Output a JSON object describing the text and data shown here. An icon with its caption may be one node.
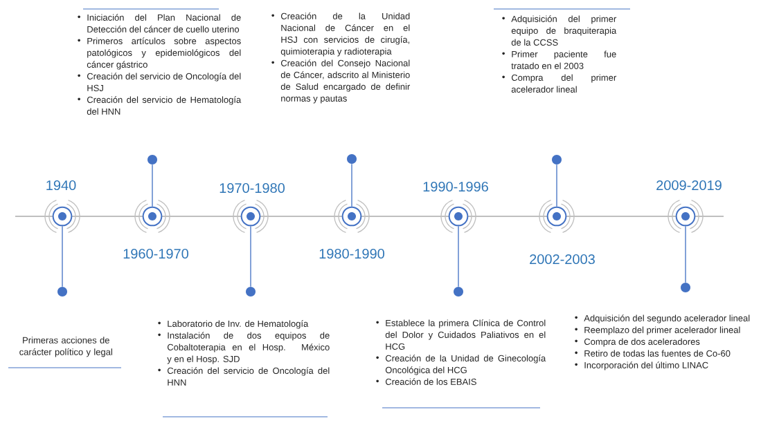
{
  "diagram": {
    "nodes": [
      {
        "text": [],
        "shape": "circle",
        "beside": [
          "1940"
        ]
      },
      {
        "text": [],
        "shape": "circle"
      },
      {
        "text": [
          "Primeras acciones de carácter político y legal"
        ]
      },
      {
        "text": [],
        "shape": "circle",
        "beside": [
          "1960-1970"
        ]
      },
      {
        "text": [],
        "shape": "circle"
      },
      {
        "text": [
          "Iniciación del Plan Nacional de Detección del cáncer de cuello uterino",
          "Primeros artículos sobre aspectos patológicos y epidemiológicos del cáncer gástrico",
          "Creación del servicio de Oncología del HSJ",
          "Creación del servicio de Hematología del HNN"
        ]
      },
      {
        "text": [],
        "shape": "circle",
        "beside": [
          "1970-1980"
        ]
      },
      {
        "text": [],
        "shape": "circle"
      },
      {
        "text": [
          "Laboratorio de Inv. de Hematología",
          "Instalación de dos equipos de Cobaltoterapia en el Hosp. México y en el Hosp. SJD",
          "Creación del servicio de Oncología del HNN"
        ]
      },
      {
        "text": [],
        "shape": "circle",
        "beside": [
          "1980-1990"
        ]
      },
      {
        "text": [],
        "shape": "circle"
      },
      {
        "text": [
          "Creación de la Unidad Nacional de Cáncer en el HSJ con servicios de cirugía, quimioterapia y radioterapia",
          "Creación del Consejo Nacional de Cáncer, adscrito al Ministerio de Salud encargado de definir normas y pautas"
        ]
      },
      {
        "text": [],
        "shape": "circle",
        "beside": [
          "1990-1996"
        ]
      },
      {
        "text": [],
        "shape": "circle"
      },
      {
        "text": [
          "Establece la primera Clínica de Control del Dolor y Cuidados Paliativos en el HCG",
          "Creación de la Unidad de Ginecología Oncológica del HCG",
          "Creación de los EBAIS"
        ]
      },
      {
        "text": [],
        "shape": "circle",
        "beside": [
          "2002-2003"
        ]
      },
      {
        "text": [],
        "shape": "circle"
      },
      {
        "text": [
          "Adquisición del primer equipo de braquiterapia de la CCSS",
          "Primer paciente fue tratado en el 2003",
          "Compra del primer acelerador lineal"
        ]
      },
      {
        "text": [],
        "shape": "circle",
        "beside": [
          "2009-2019"
        ]
      },
      {
        "text": [],
        "shape": "circle"
      },
      {
        "text": [
          "Adquisición del segundo acelerador lineal",
          "Reemplazo del primer acelerador lineal",
          "Compra de dos aceleradores",
          "Retiro de todas las fuentes de Co-60",
          "Incorporación del último LINAC"
        ]
      }
    ],
    "edges": [
      {
        "from": 0,
        "to": 1,
        "arrow": "none"
      },
      {
        "from": 3,
        "to": 4,
        "arrow": "none"
      },
      {
        "from": 6,
        "to": 7,
        "arrow": "none"
      },
      {
        "from": 9,
        "to": 10,
        "arrow": "none"
      },
      {
        "from": 12,
        "to": 13,
        "arrow": "none"
      },
      {
        "from": 15,
        "to": 16,
        "arrow": "none"
      },
      {
        "from": 18,
        "to": 19,
        "arrow": "none"
      }
    ]
  }
}
